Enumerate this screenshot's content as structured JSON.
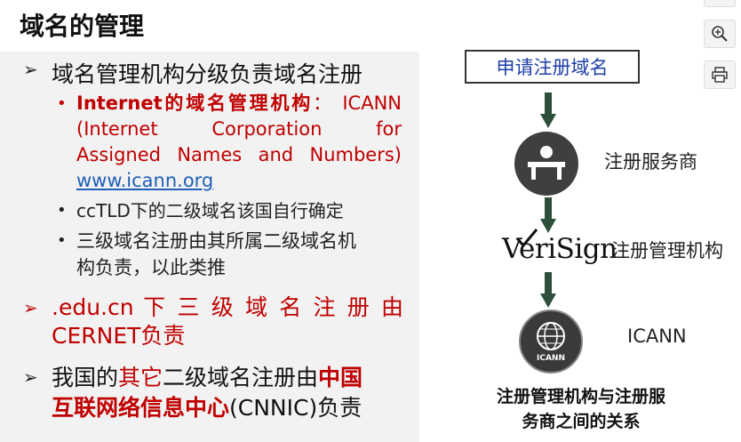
{
  "title": "域名的管理",
  "bullet1": "域名管理机构分级负责域名注册",
  "sub1": {
    "org": "Internet的域名管理机构",
    "colon": "：",
    "icann": "ICANN",
    "line2": "(Internet Corporation for",
    "line3": "Assigned Names and Numbers)",
    "link": "www.icann.org"
  },
  "sub2": "ccTLD下的二级域名该国自行确定",
  "sub3": {
    "line1": "三级域名注册由其所属二级域名机",
    "line2": "构负责，以此类推"
  },
  "bullet2": {
    "line1": ".edu.cn 下 三 级 域 名 注 册 由",
    "line2": "CERNET负责"
  },
  "bullet3": {
    "p1": "我国的",
    "p2": "其它",
    "p3": "二级域名注册由",
    "p4": "中国",
    "p5": "互联网络信息中心",
    "p6": "(CNNIC)负责"
  },
  "diagram": {
    "apply": "申请注册域名",
    "registrar": "注册服务商",
    "verisign_logo": "VeriSign",
    "registry": "注册管理机构",
    "icann_label": "ICANN",
    "icann_logo_text": "ICANN",
    "caption_line1": "注册管理机构与注册服",
    "caption_line2": "务商之间的关系"
  },
  "icons": [
    "zoom-in-icon",
    "print-icon"
  ]
}
